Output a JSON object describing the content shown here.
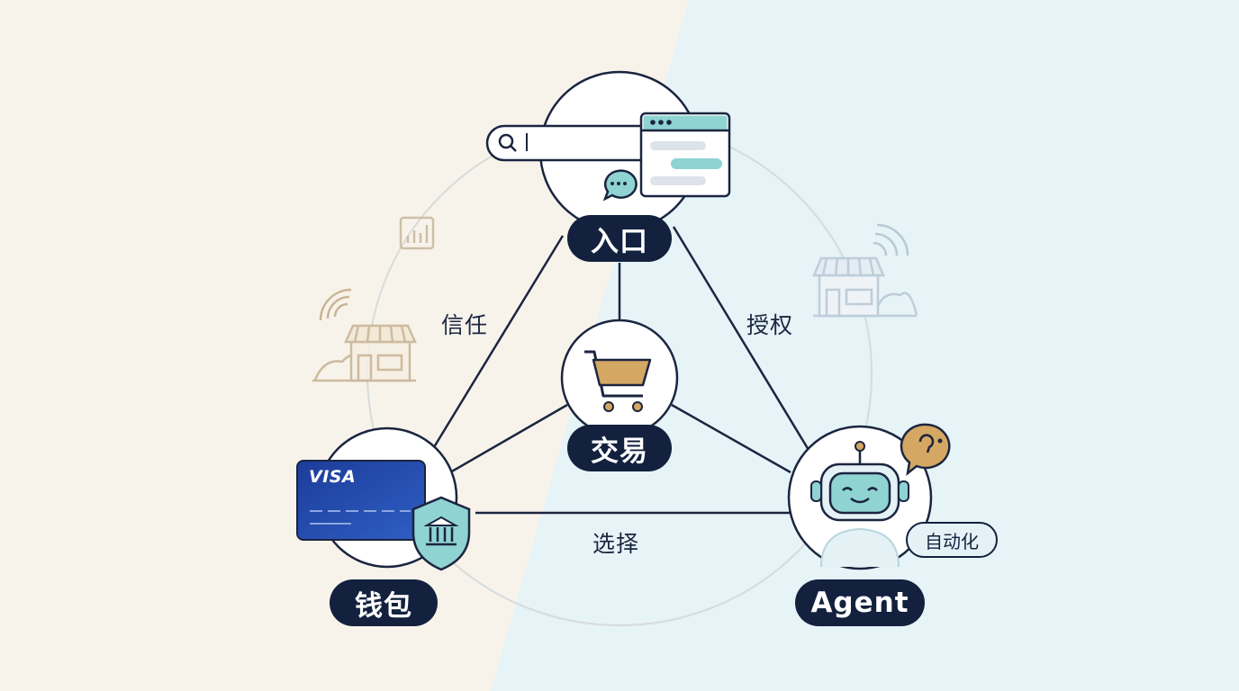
{
  "nodes": {
    "entry": {
      "label": "入口"
    },
    "trade": {
      "label": "交易"
    },
    "wallet": {
      "label": "钱包"
    },
    "agent": {
      "label": "Agent"
    }
  },
  "edges": {
    "trust": "信任",
    "authorize": "授权",
    "choose": "选择"
  },
  "badges": {
    "automation": "自动化",
    "card_brand": "VISA"
  },
  "colors": {
    "navy": "#13213f",
    "cream_bg": "#f8f3ea",
    "blue_bg": "#e6f3f7",
    "teal": "#8fd3d3",
    "gold": "#d4a862",
    "card_blue": "#1f45a8"
  },
  "icons": [
    "search-icon",
    "browser-window-icon",
    "chat-bubble-icon",
    "shopping-cart-icon",
    "credit-card-icon",
    "bank-shield-icon",
    "robot-icon",
    "speech-bubble-icon",
    "storefront-icon",
    "bar-chart-icon",
    "signal-icon"
  ]
}
